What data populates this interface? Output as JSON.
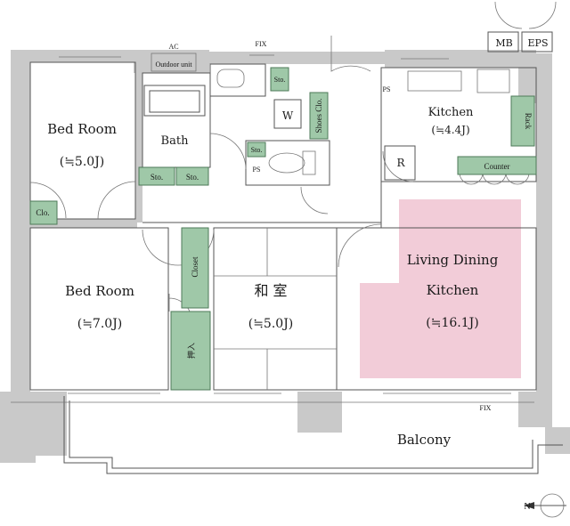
{
  "rooms": {
    "bedroom1": {
      "name": "Bed Room",
      "size": "(≒5.0J)"
    },
    "bedroom2": {
      "name": "Bed Room",
      "size": "(≒7.0J)"
    },
    "washitsu": {
      "name": "和 室",
      "size": "(≒5.0J)"
    },
    "ldk": {
      "name_line1": "Living Dining",
      "name_line2": "Kitchen",
      "size": "(≒16.1J)"
    },
    "kitchen": {
      "name": "Kitchen",
      "size": "(≒4.4J)"
    },
    "bath": {
      "name": "Bath"
    },
    "balcony": {
      "name": "Balcony"
    }
  },
  "storage_labels": {
    "sto1": "Sto.",
    "sto2": "Sto.",
    "sto3": "Sto.",
    "sto4": "Sto.",
    "clo": "Clo.",
    "shoes": "Shoes Clo.",
    "closet": "Closet",
    "oshiire": "押入",
    "rack": "Rack",
    "counter": "Counter"
  },
  "fixtures": {
    "ac_line1": "AC",
    "ac_line2": "Outdoor unit",
    "fix_top": "FIX",
    "fix_bottom": "FIX",
    "washer": "W",
    "fridge": "R",
    "ps1": "PS",
    "ps2": "PS",
    "mb": "MB",
    "eps": "EPS"
  },
  "compass": {
    "north": "N"
  },
  "colors": {
    "storage": "#9fc8a8",
    "ldk": "#f2ccd8",
    "wall": "#c9c9c9"
  }
}
